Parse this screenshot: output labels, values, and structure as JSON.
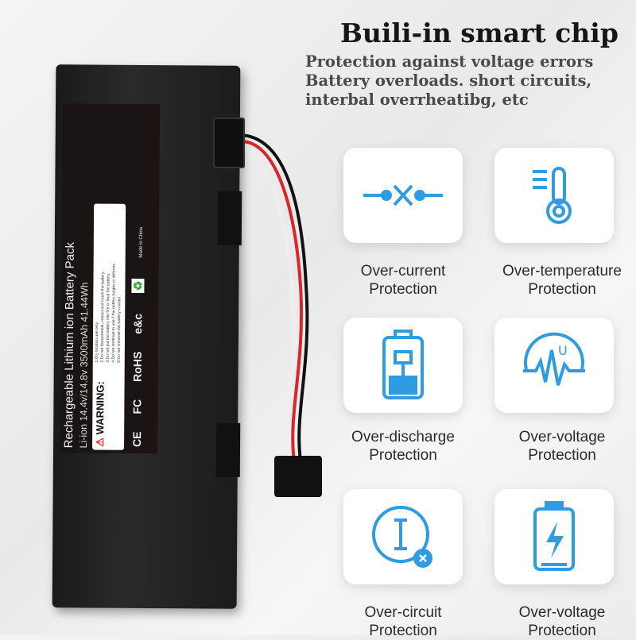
{
  "headline": "Buili-in smart chip",
  "subtitle_lines": [
    "Protection against voltage errors",
    "Battery overloads. short circuits,",
    "interbal overrheatibg, etc"
  ],
  "battery_label": {
    "title": "Rechargeable Lithium ion Battery Pack",
    "spec": "Li-ion  14.4v/14.8v  3500mAh   41.44Wh",
    "warning": "WARNING:",
    "notes": [
      "1.Dry location use only.",
      "2.Do not disassemble, impact and crush the battery.",
      "3.Do not put the battery into fire or heat the battery.",
      "4.Do not continue to use if the battery bulges or deforms.",
      "5.Do not immerse the battery in water."
    ],
    "marks": [
      "CE",
      "FC",
      "RoHS",
      "e&c"
    ],
    "origin": "Made in China"
  },
  "features": [
    {
      "icon": "over-current-icon",
      "label": [
        "Over-current",
        "Protection"
      ]
    },
    {
      "icon": "thermometer-icon",
      "label": [
        "Over-temperature",
        "Protection"
      ]
    },
    {
      "icon": "plug-battery-icon",
      "label": [
        "Over-discharge",
        "Protection"
      ]
    },
    {
      "icon": "voltage-wave-icon",
      "label": [
        "Over-voltage",
        "Protection"
      ]
    },
    {
      "icon": "current-circle-icon",
      "label": [
        "Over-circuit",
        "Protection"
      ]
    },
    {
      "icon": "battery-bolt-icon",
      "label": [
        "Over-voltage",
        "Protection"
      ]
    }
  ],
  "colors": {
    "accent": "#2f9be0",
    "battery": "#1e1e1e",
    "warning": "#e0262a"
  }
}
